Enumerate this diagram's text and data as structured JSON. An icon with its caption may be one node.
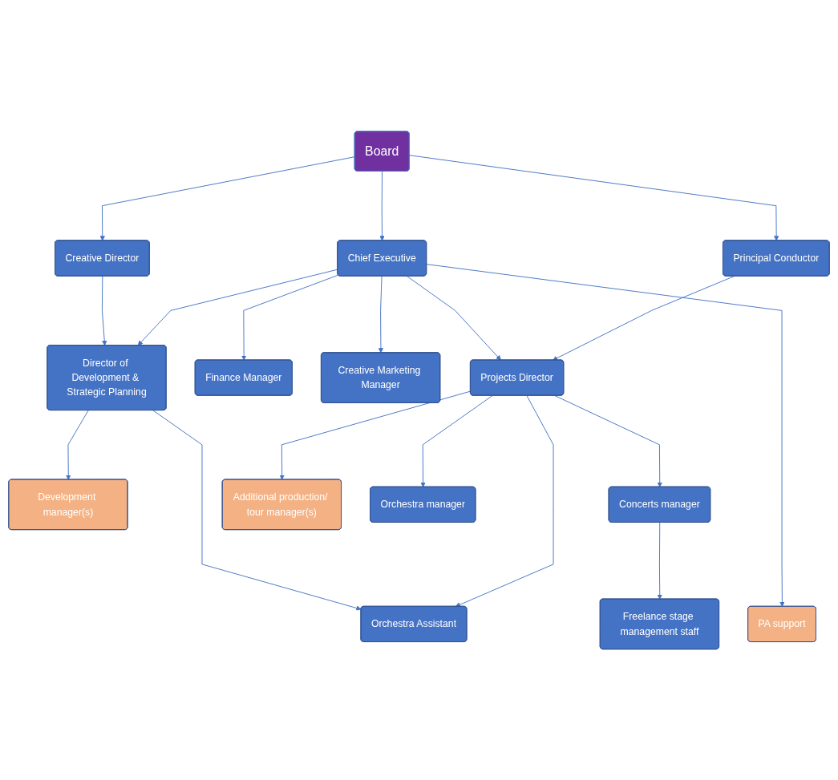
{
  "diagram": {
    "nodes": [
      {
        "text": [
          "Board"
        ]
      },
      {
        "text": [
          "Creative Director"
        ]
      },
      {
        "text": [
          "Chief Executive"
        ]
      },
      {
        "text": [
          "Principal Conductor"
        ]
      },
      {
        "text": [
          "Director of Development & Strategic Planning"
        ]
      },
      {
        "text": [
          "Finance Manager"
        ]
      },
      {
        "text": [
          "Creative Marketing Manager"
        ]
      },
      {
        "text": [
          "Projects Director"
        ]
      },
      {
        "text": [
          "Development manager(s)"
        ]
      },
      {
        "text": [
          "Concerts manager"
        ]
      },
      {
        "text": [
          "Additional production/ tour manager(s)"
        ]
      },
      {
        "text": [
          "Orchestra manager"
        ]
      },
      {
        "text": [
          "Orchestra Assistant"
        ]
      },
      {
        "text": [
          "PA support"
        ]
      },
      {
        "text": [
          "Freelance stage management staff"
        ]
      }
    ],
    "edges": [
      {
        "from": 0,
        "to": 1,
        "arrow": "to"
      },
      {
        "from": 0,
        "to": 2,
        "arrow": "to"
      },
      {
        "from": 0,
        "to": 3,
        "arrow": "to"
      },
      {
        "from": 1,
        "to": 4,
        "arrow": "to"
      },
      {
        "from": 2,
        "to": 4,
        "arrow": "to"
      },
      {
        "from": 2,
        "to": 5,
        "arrow": "to"
      },
      {
        "from": 2,
        "to": 6,
        "arrow": "to"
      },
      {
        "from": 2,
        "to": 7,
        "arrow": "to"
      },
      {
        "from": 2,
        "to": 13,
        "arrow": "to"
      },
      {
        "from": 3,
        "to": 7,
        "arrow": "to"
      },
      {
        "from": 4,
        "to": 8,
        "arrow": "to"
      },
      {
        "from": 4,
        "to": 12,
        "arrow": "to"
      },
      {
        "from": 7,
        "to": 12,
        "arrow": "to"
      },
      {
        "from": 7,
        "to": 9,
        "arrow": "to"
      },
      {
        "from": 7,
        "to": 10,
        "arrow": "to"
      },
      {
        "from": 7,
        "to": 11,
        "arrow": "to"
      },
      {
        "from": 9,
        "to": 14,
        "arrow": "to"
      }
    ]
  }
}
